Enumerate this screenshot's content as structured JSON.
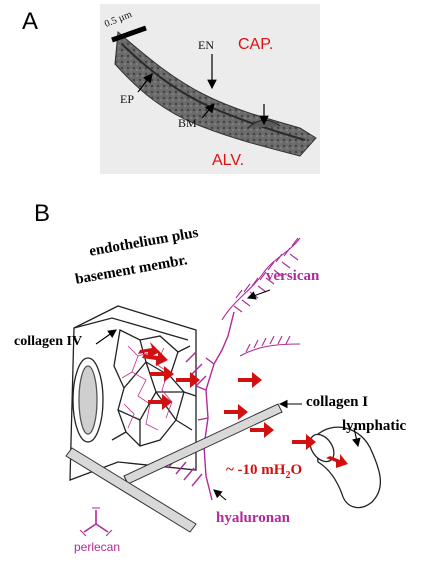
{
  "panel_a": {
    "letter": "A",
    "scale_bar": "0.5 µm",
    "labels": {
      "en": "EN",
      "cap": "CAP.",
      "ep": "EP",
      "bm": "BM",
      "alv": "ALV."
    }
  },
  "panel_b": {
    "letter": "B",
    "title_line1": "endothelium plus",
    "title_line2": "basement membr.",
    "labels": {
      "versican": "versican",
      "collagen_iv": "collagen IV",
      "collagen_i": "collagen I",
      "lymphatic": "lymphatic",
      "pressure_prefix": "~ -10 mH",
      "pressure_sub": "2",
      "pressure_suffix": "O",
      "hyaluronan": "hyaluronan",
      "perlecan": "perlecan"
    }
  },
  "colors": {
    "magenta": "#b02a9a",
    "red": "#d11111"
  }
}
